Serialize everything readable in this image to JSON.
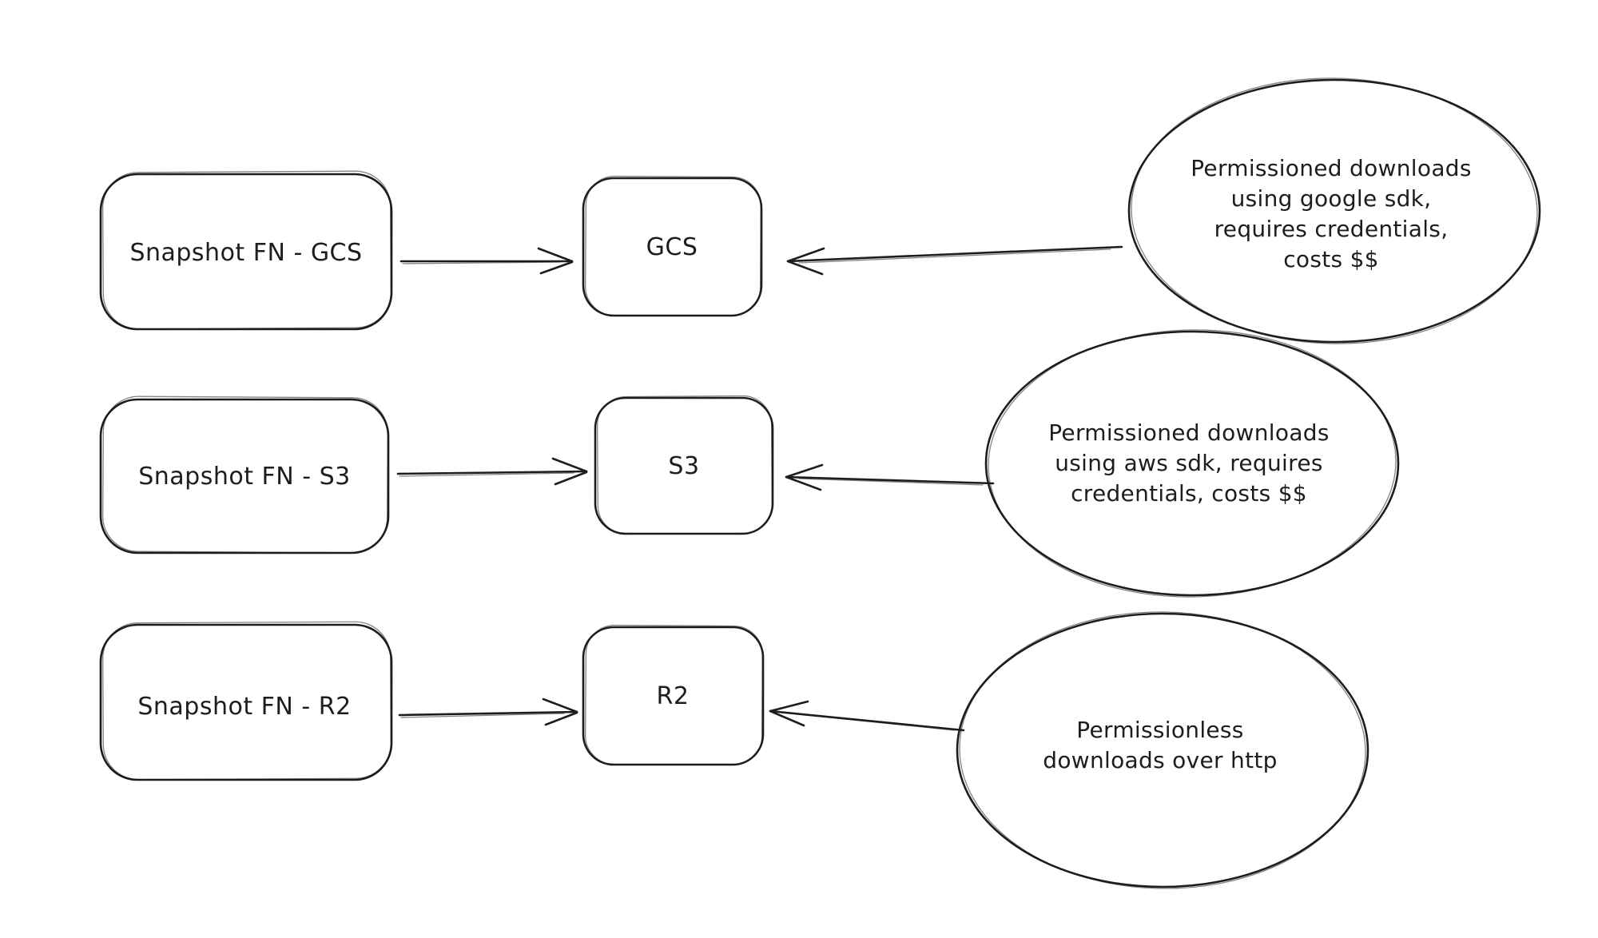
{
  "diagram": {
    "background_color": "#ffffff",
    "stroke_color": "#1d1d1d",
    "rows": [
      {
        "source": {
          "label": "Snapshot FN - GCS"
        },
        "target": {
          "label": "GCS"
        },
        "note": {
          "lines": [
            "Permissioned downloads",
            "using google sdk,",
            "requires credentials,",
            "costs $$"
          ]
        }
      },
      {
        "source": {
          "label": "Snapshot FN - S3"
        },
        "target": {
          "label": "S3"
        },
        "note": {
          "lines": [
            "Permissioned downloads",
            "using aws sdk, requires",
            "credentials, costs $$"
          ]
        }
      },
      {
        "source": {
          "label": "Snapshot FN - R2"
        },
        "target": {
          "label": "R2"
        },
        "note": {
          "lines": [
            "Permissionless",
            "downloads over http"
          ]
        }
      }
    ]
  }
}
